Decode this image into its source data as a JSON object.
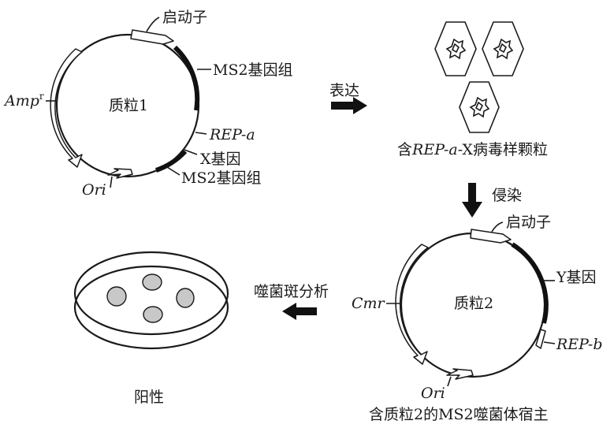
{
  "plasmid1": {
    "name": "质粒1",
    "promoter": "启动子",
    "ms2_top": "MS2基因组",
    "rep_a": "REP-a",
    "x_gene": "X基因",
    "ms2_bottom": "MS2基因组",
    "amp": "Amp",
    "amp_sup": "r",
    "ori": "Ori"
  },
  "step_express": "表达",
  "vlp_caption_prefix": "含",
  "vlp_caption_italic": "REP-a",
  "vlp_caption_suffix": "-X病毒样颗粒",
  "step_infect": "侵染",
  "plasmid2": {
    "name": "质粒2",
    "promoter": "启动子",
    "y_gene": "Y基因",
    "rep_b": "REP-b",
    "cmr": "Cmr",
    "ori": "Ori",
    "caption": "含质粒2的MS2噬菌体宿主"
  },
  "step_plaque": "噬菌斑分析",
  "result": "阳性"
}
